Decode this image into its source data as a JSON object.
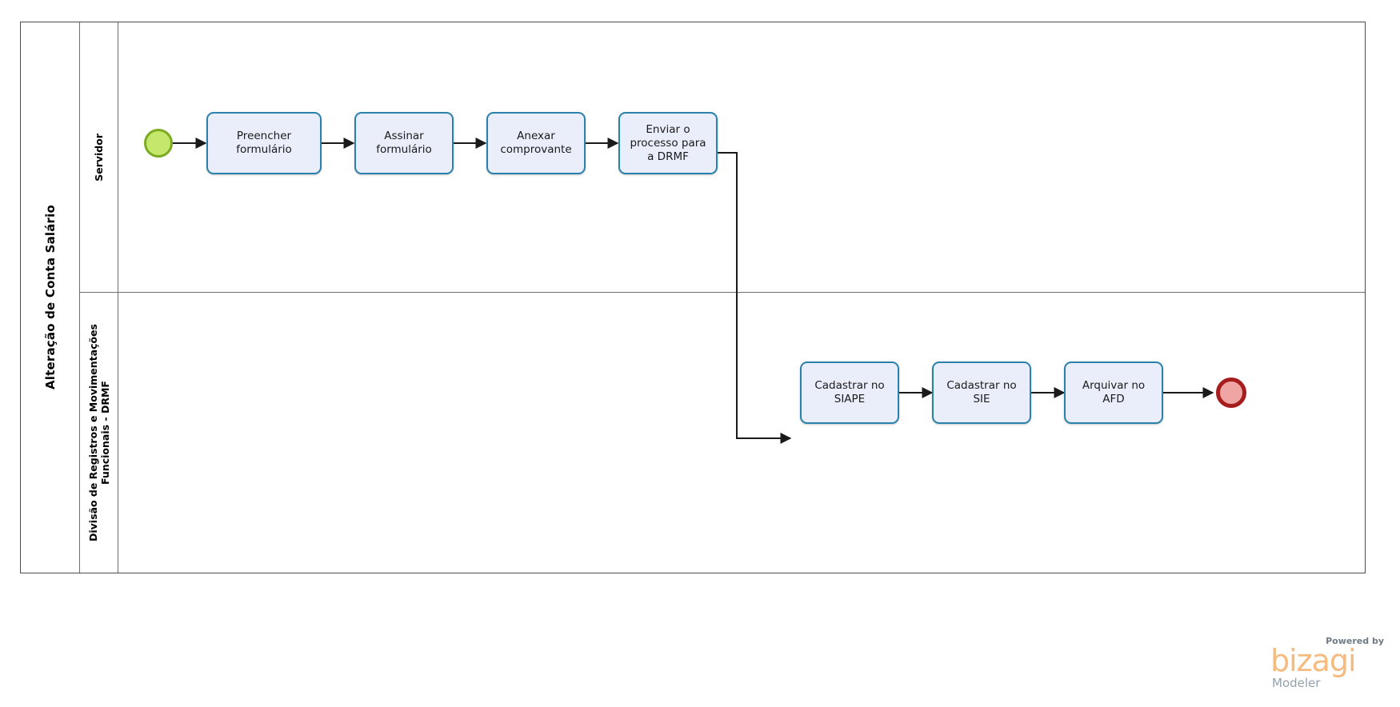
{
  "diagram": {
    "type": "bpmn-process-diagram",
    "pool": {
      "label": "Alteração de Conta Salário"
    },
    "lanes": [
      {
        "id": "lane-servidor",
        "label": "Servidor"
      },
      {
        "id": "lane-drmf",
        "label": "Divisão de Registros e Movimentações\nFuncionais - DRMF"
      }
    ],
    "events": [
      {
        "id": "start-event",
        "kind": "start",
        "label": "",
        "lane": "lane-servidor",
        "fill": "#c5e86c",
        "stroke": "#7bab1e"
      },
      {
        "id": "end-event",
        "kind": "end",
        "label": "",
        "lane": "lane-drmf",
        "fill": "#f0a5a5",
        "stroke": "#a51d1d"
      }
    ],
    "tasks": [
      {
        "id": "task-1",
        "label": "Preencher\nformulário",
        "lane": "lane-servidor"
      },
      {
        "id": "task-2",
        "label": "Assinar\nformulário",
        "lane": "lane-servidor"
      },
      {
        "id": "task-3",
        "label": "Anexar\ncomprovante",
        "lane": "lane-servidor"
      },
      {
        "id": "task-4",
        "label": "Enviar o\nprocesso para\na DRMF",
        "lane": "lane-servidor"
      },
      {
        "id": "task-5",
        "label": "Cadastrar no\nSIAPE",
        "lane": "lane-drmf"
      },
      {
        "id": "task-6",
        "label": "Cadastrar no\nSIE",
        "lane": "lane-drmf"
      },
      {
        "id": "task-7",
        "label": "Arquivar no\nAFD",
        "lane": "lane-drmf"
      }
    ],
    "sequence_flows": [
      {
        "from": "start-event",
        "to": "task-1"
      },
      {
        "from": "task-1",
        "to": "task-2"
      },
      {
        "from": "task-2",
        "to": "task-3"
      },
      {
        "from": "task-3",
        "to": "task-4"
      },
      {
        "from": "task-4",
        "to": "task-5"
      },
      {
        "from": "task-5",
        "to": "task-6"
      },
      {
        "from": "task-6",
        "to": "task-7"
      },
      {
        "from": "task-7",
        "to": "end-event"
      }
    ],
    "colors": {
      "task_fill": "#eaeefb",
      "task_stroke": "#2a81ac",
      "pool_stroke": "#4d4d4d",
      "connector": "#1a1a1a"
    }
  },
  "watermark": {
    "powered_by": "Powered by",
    "brand": "bizagi",
    "product": "Modeler"
  }
}
